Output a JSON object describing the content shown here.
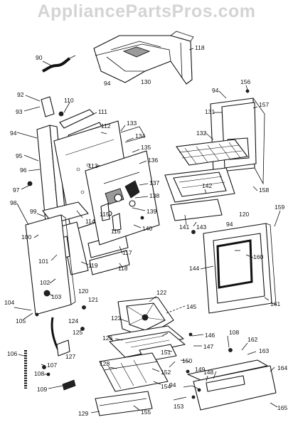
{
  "watermark": "AppliancePartsPros.com",
  "labels": {
    "l90": "90",
    "l92": "92",
    "l93": "93",
    "l94": "94",
    "l95": "95",
    "l96": "96",
    "l97": "97",
    "l98": "98",
    "l99": "99",
    "l100": "100",
    "l101": "101",
    "l102": "102",
    "l103": "103",
    "l104": "104",
    "l105": "105",
    "l106": "106",
    "l107": "107",
    "l108": "108",
    "l109": "109",
    "l110": "110",
    "l111": "111",
    "l112": "112",
    "l113": "113",
    "l114": "114",
    "l115": "115",
    "l116": "116",
    "l117": "117",
    "l118": "118",
    "l119": "119",
    "l120": "120",
    "l121": "121",
    "l122": "122",
    "l123": "123",
    "l124": "124",
    "l125": "125",
    "l126": "126",
    "l127": "127",
    "l128": "128",
    "l129": "129",
    "l130": "130",
    "l131": "131",
    "l132": "132",
    "l133": "133",
    "l134": "134",
    "l135": "135",
    "l136": "136",
    "l137": "137",
    "l138": "138",
    "l139": "139",
    "l140": "140",
    "l141": "141",
    "l142": "142",
    "l143": "143",
    "l144": "144",
    "l145": "145",
    "l146": "146",
    "l147": "147",
    "l148": "148",
    "l149": "149",
    "l150": "150",
    "l151": "151",
    "l152": "152",
    "l153": "153",
    "l154": "154",
    "l155": "155",
    "l156": "156",
    "l157": "157",
    "l158": "158",
    "l159": "159",
    "l160": "160",
    "l161": "161",
    "l162": "162",
    "l163": "163",
    "l164": "164",
    "l165": "165"
  }
}
